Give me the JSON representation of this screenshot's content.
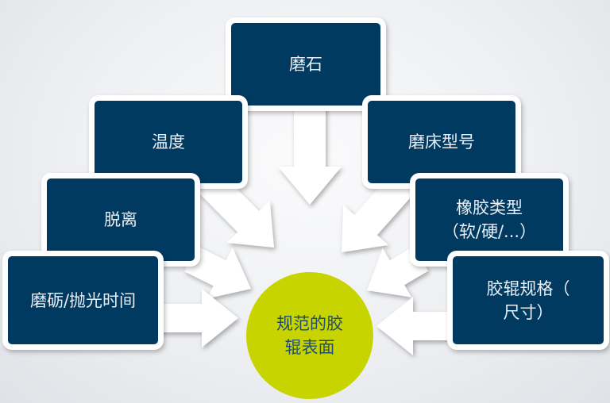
{
  "center": {
    "label": "规范的胶\n辊表面"
  },
  "factors": [
    {
      "id": "grinding-stone",
      "label": "磨石"
    },
    {
      "id": "temperature",
      "label": "温度"
    },
    {
      "id": "grinder-model",
      "label": "磨床型号"
    },
    {
      "id": "detachment",
      "label": "脱离"
    },
    {
      "id": "rubber-type",
      "label": "橡胶类型\n（软/硬/...）"
    },
    {
      "id": "grinding-time",
      "label": "磨砺/抛光时间"
    },
    {
      "id": "roller-spec",
      "label": "胶辊规格（\n尺寸）"
    }
  ],
  "colors": {
    "box": "#003a60",
    "center": "#c8d400",
    "arrow": "#ffffff"
  }
}
